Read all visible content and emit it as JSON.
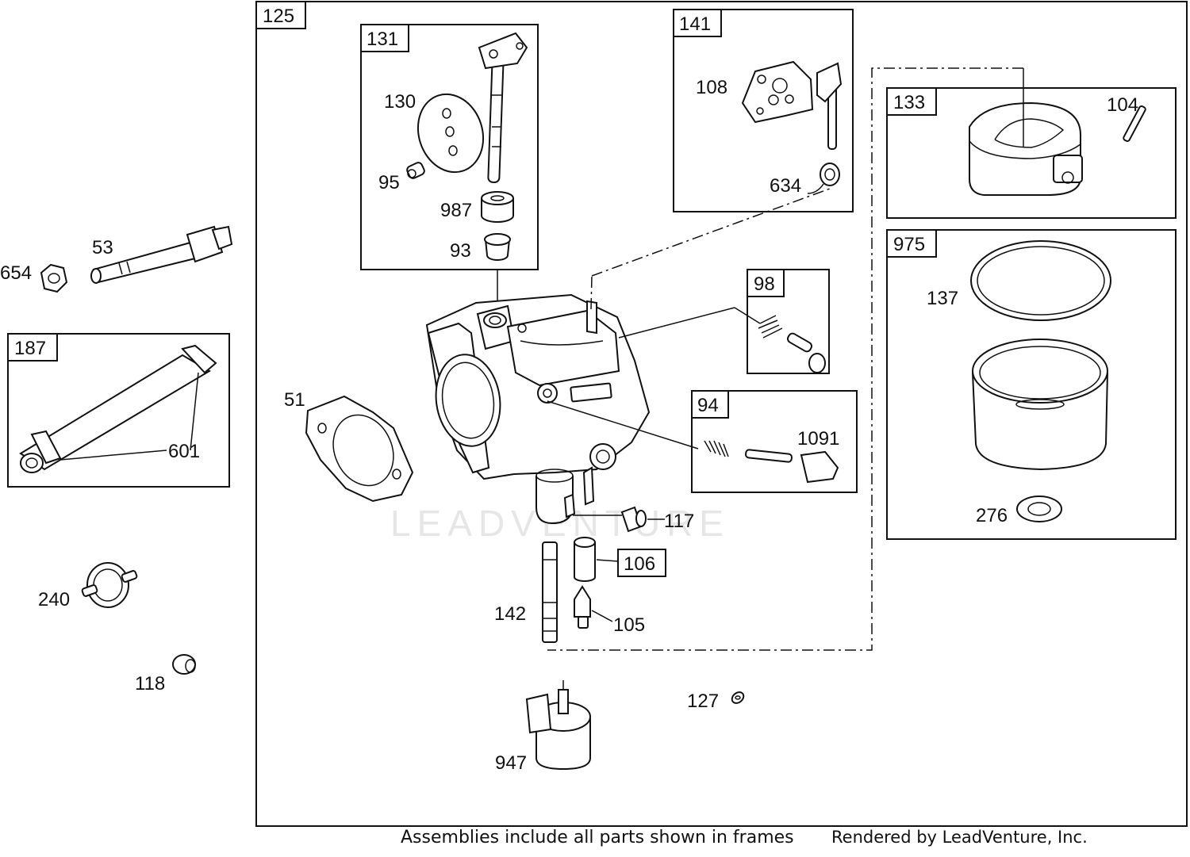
{
  "watermark": "LEADVENTURE",
  "footer": {
    "note": "Assemblies include all parts shown in frames",
    "credit": "Rendered by LeadVenture, Inc."
  },
  "frames": {
    "f125": "125",
    "f131": "131",
    "f141": "141",
    "f133": "133",
    "f975": "975",
    "f98": "98",
    "f94": "94",
    "f187": "187",
    "f106": "106"
  },
  "parts": {
    "p130": "130",
    "p95": "95",
    "p987": "987",
    "p93": "93",
    "p108": "108",
    "p634": "634",
    "p104": "104",
    "p137": "137",
    "p276": "276",
    "p1091": "1091",
    "p51": "51",
    "p117": "117",
    "p142": "142",
    "p105": "105",
    "p127": "127",
    "p947": "947",
    "p654": "654",
    "p53": "53",
    "p601": "601",
    "p240": "240",
    "p118": "118"
  }
}
